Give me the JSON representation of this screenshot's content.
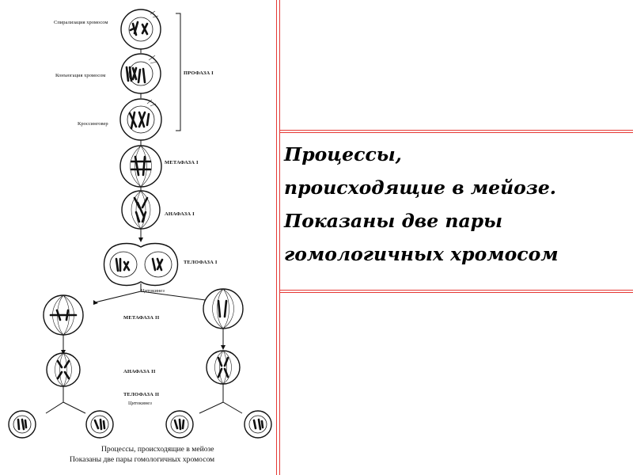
{
  "diagram": {
    "stage_labels": {
      "chromosome_spiralization": "Спирализация хромосом",
      "chromosome_conjugation": "Конъюгация хромосом",
      "crossing_over": "Кроссинговер",
      "prophase_1": "ПРОФАЗА I",
      "metaphase_1": "МЕТАФАЗА I",
      "anaphase_1": "АНАФАЗА I",
      "telophase_1": "ТЕЛОФАЗА I",
      "cytokinesis_1": "Цитокинез",
      "metaphase_2": "МЕТАФАЗА II",
      "anaphase_2": "АНАФАЗА II",
      "telophase_2": "ТЕЛОФАЗА II",
      "cytokinesis_2": "Цитокинез"
    },
    "caption": {
      "line1": "Процессы, происходящие в мейозе",
      "line2": "Показаны две пары гомологичных хромосом"
    }
  },
  "title": {
    "lines": [
      "Процессы,",
      "происходящие в мейозе.",
      "Показаны две пары",
      "гомологичных хромосом"
    ]
  },
  "colors": {
    "accent_red": "#e53935",
    "ink": "#111111"
  }
}
